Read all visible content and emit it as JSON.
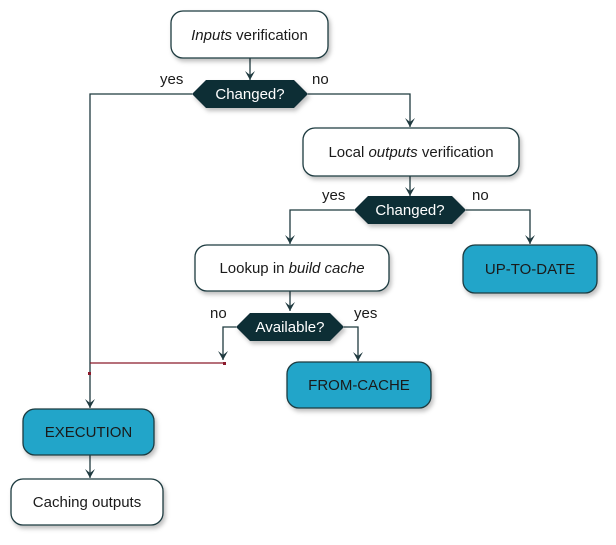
{
  "colors": {
    "process_fill": "#ffffff",
    "terminal_fill": "#22a5c9",
    "decision_fill": "#0e2f36",
    "stroke": "#1f3a3f",
    "arrow": "#1f3a3f",
    "merge_line": "#8b1a2b"
  },
  "nodes": {
    "inputs_verification": {
      "italic": "Inputs",
      "rest": " verification"
    },
    "changed_1": "Changed?",
    "local_outputs": {
      "pre": "Local ",
      "italic": "outputs",
      "rest": " verification"
    },
    "changed_2": "Changed?",
    "lookup": {
      "pre": "Lookup in ",
      "italic": "build cache"
    },
    "available": "Available?",
    "up_to_date": "UP-TO-DATE",
    "from_cache": "FROM-CACHE",
    "execution": "EXECUTION",
    "caching_outputs": "Caching outputs"
  },
  "edges": {
    "c1_yes": "yes",
    "c1_no": "no",
    "c2_yes": "yes",
    "c2_no": "no",
    "av_no": "no",
    "av_yes": "yes"
  }
}
